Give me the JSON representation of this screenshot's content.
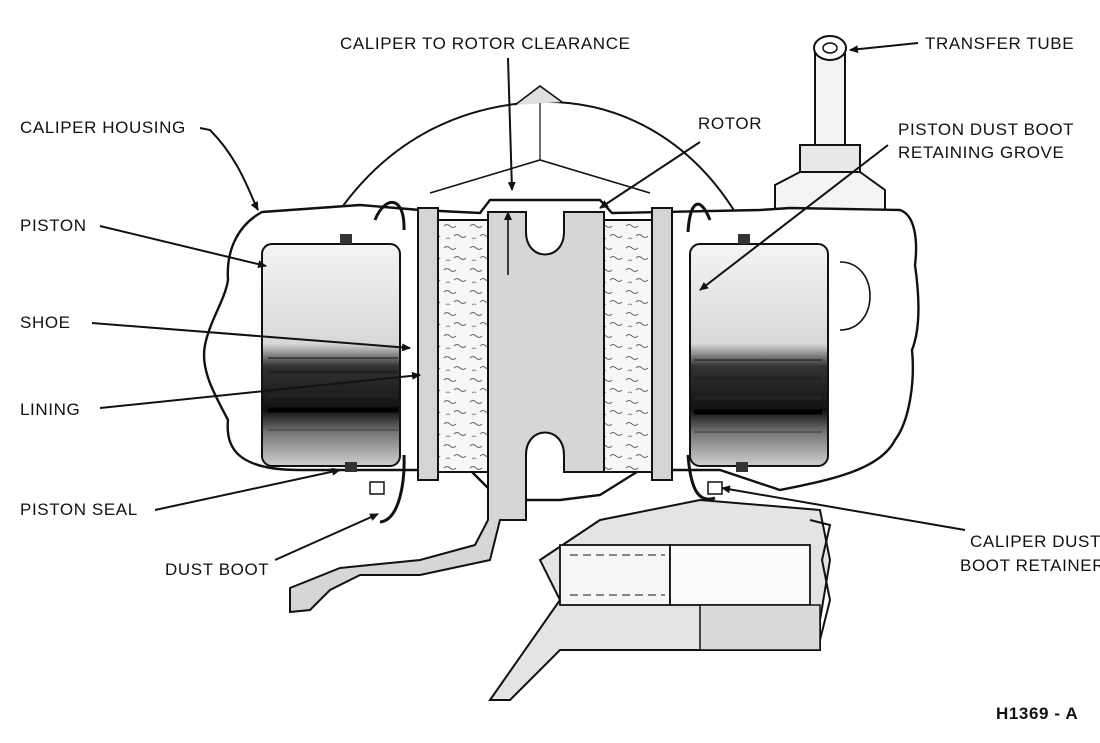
{
  "diagram": {
    "figure_id": "H1369 - A",
    "labels": {
      "transfer_tube": "TRANSFER TUBE",
      "caliper_to_rotor_clearance": "CALIPER TO ROTOR CLEARANCE",
      "caliper_housing": "CALIPER HOUSING",
      "rotor": "ROTOR",
      "piston_dust_boot_line1": "PISTON DUST BOOT",
      "piston_dust_boot_line2": "RETAINING GROVE",
      "piston": "PISTON",
      "shoe": "SHOE",
      "lining": "LINING",
      "piston_seal": "PISTON SEAL",
      "dust_boot": "DUST BOOT",
      "caliper_dust_boot_retainer_line1": "CALIPER DUST",
      "caliper_dust_boot_retainer_line2": "BOOT RETAINER"
    }
  }
}
